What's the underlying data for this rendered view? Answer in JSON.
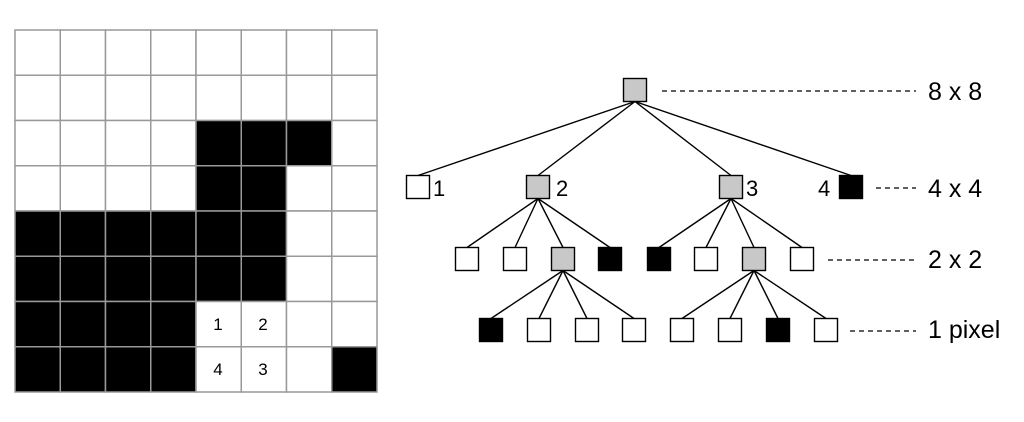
{
  "colors": {
    "black": "#000000",
    "white": "#ffffff",
    "gray": "#c8c8c8",
    "gridline": "#999999",
    "line": "#000000"
  },
  "grid": {
    "rows": [
      "WWWWWWWW",
      "WWWWWWWW",
      "WWWWBBBW",
      "WWWWBBWW",
      "BBBBBBWW",
      "BBBBBBWW",
      "BBBBWWWW",
      "BBBBWWWB"
    ],
    "cell_labels": [
      {
        "row": 6,
        "col": 4,
        "text": "1"
      },
      {
        "row": 6,
        "col": 5,
        "text": "2"
      },
      {
        "row": 7,
        "col": 4,
        "text": "4"
      },
      {
        "row": 7,
        "col": 5,
        "text": "3"
      }
    ]
  },
  "tree": {
    "level_labels": [
      "8 x 8",
      "4 x 4",
      "2 x 2",
      "1 pixel"
    ],
    "root": "G",
    "level1": [
      {
        "state": "W",
        "label": "1"
      },
      {
        "state": "G",
        "label": "2"
      },
      {
        "state": "G",
        "label": "3"
      },
      {
        "state": "B",
        "label": "4"
      }
    ],
    "level2": [
      "W",
      "W",
      "G",
      "B",
      "B",
      "W",
      "G",
      "W"
    ],
    "level3": [
      "B",
      "W",
      "W",
      "W",
      "W",
      "W",
      "B",
      "W"
    ]
  }
}
